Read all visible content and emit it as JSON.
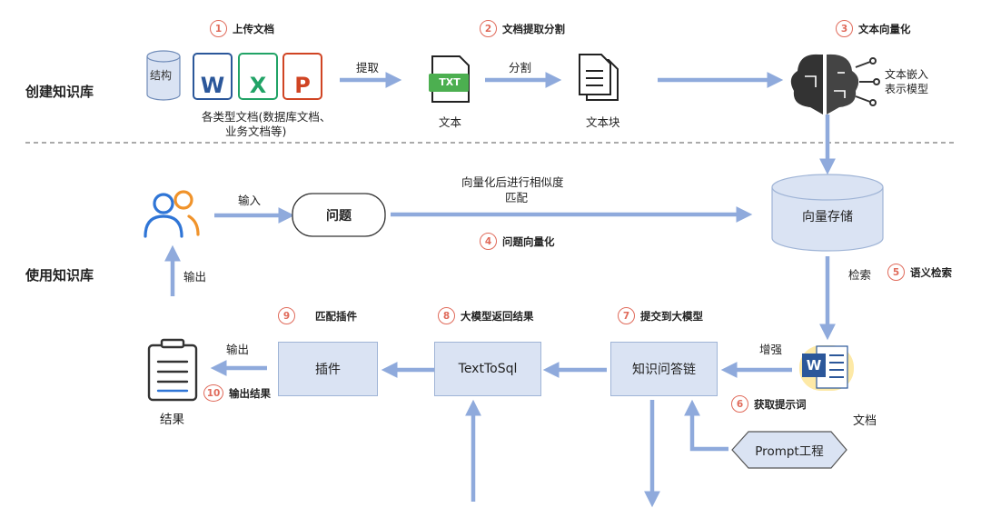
{
  "sections": {
    "build": "创建知识库",
    "use": "使用知识库"
  },
  "steps": [
    {
      "num": "1",
      "label": "上传文档"
    },
    {
      "num": "2",
      "label": "文档提取分割"
    },
    {
      "num": "3",
      "label": "文本向量化"
    },
    {
      "num": "4",
      "label": "问题向量化"
    },
    {
      "num": "5",
      "label": "语义检索"
    },
    {
      "num": "6",
      "label": "获取提示词"
    },
    {
      "num": "7",
      "label": "提交到大模型"
    },
    {
      "num": "8",
      "label": "大模型返回结果"
    },
    {
      "num": "9",
      "label": "匹配插件"
    },
    {
      "num": "10",
      "label": "输出结果"
    }
  ],
  "build_row": {
    "db_icon_label": "结构",
    "doc_icons": [
      "W",
      "X",
      "P"
    ],
    "doc_caption_line1": "各类型文档(数据库文档、",
    "doc_caption_line2": "业务文档等)",
    "extract_label": "提取",
    "txt_icon_label": "TXT",
    "text_label": "文本",
    "split_label": "分割",
    "chunk_label": "文本块",
    "embed_label_line1": "文本嵌入",
    "embed_label_line2": "表示模型"
  },
  "use_row": {
    "input_label": "输入",
    "question_label": "问题",
    "match_label_line1": "向量化后进行相似度",
    "match_label_line2": "匹配",
    "vector_store_label": "向量存储",
    "output_up_label": "输出",
    "retrieve_label": "检索",
    "enhance_label": "增强",
    "doc_label": "文档",
    "word_icon_label": "W",
    "chain_label": "知识问答链",
    "text2sql_label": "TextToSql",
    "plugin_label": "插件",
    "output_left_label": "输出",
    "result_label": "结果",
    "prompt_label": "Prompt工程"
  },
  "colors": {
    "arrow": "#8faadc",
    "box_fill": "#dae3f3",
    "badge": "#e06a5a",
    "word_blue": "#2b579a",
    "excel_green": "#21a366",
    "ppt_red": "#d04423"
  }
}
